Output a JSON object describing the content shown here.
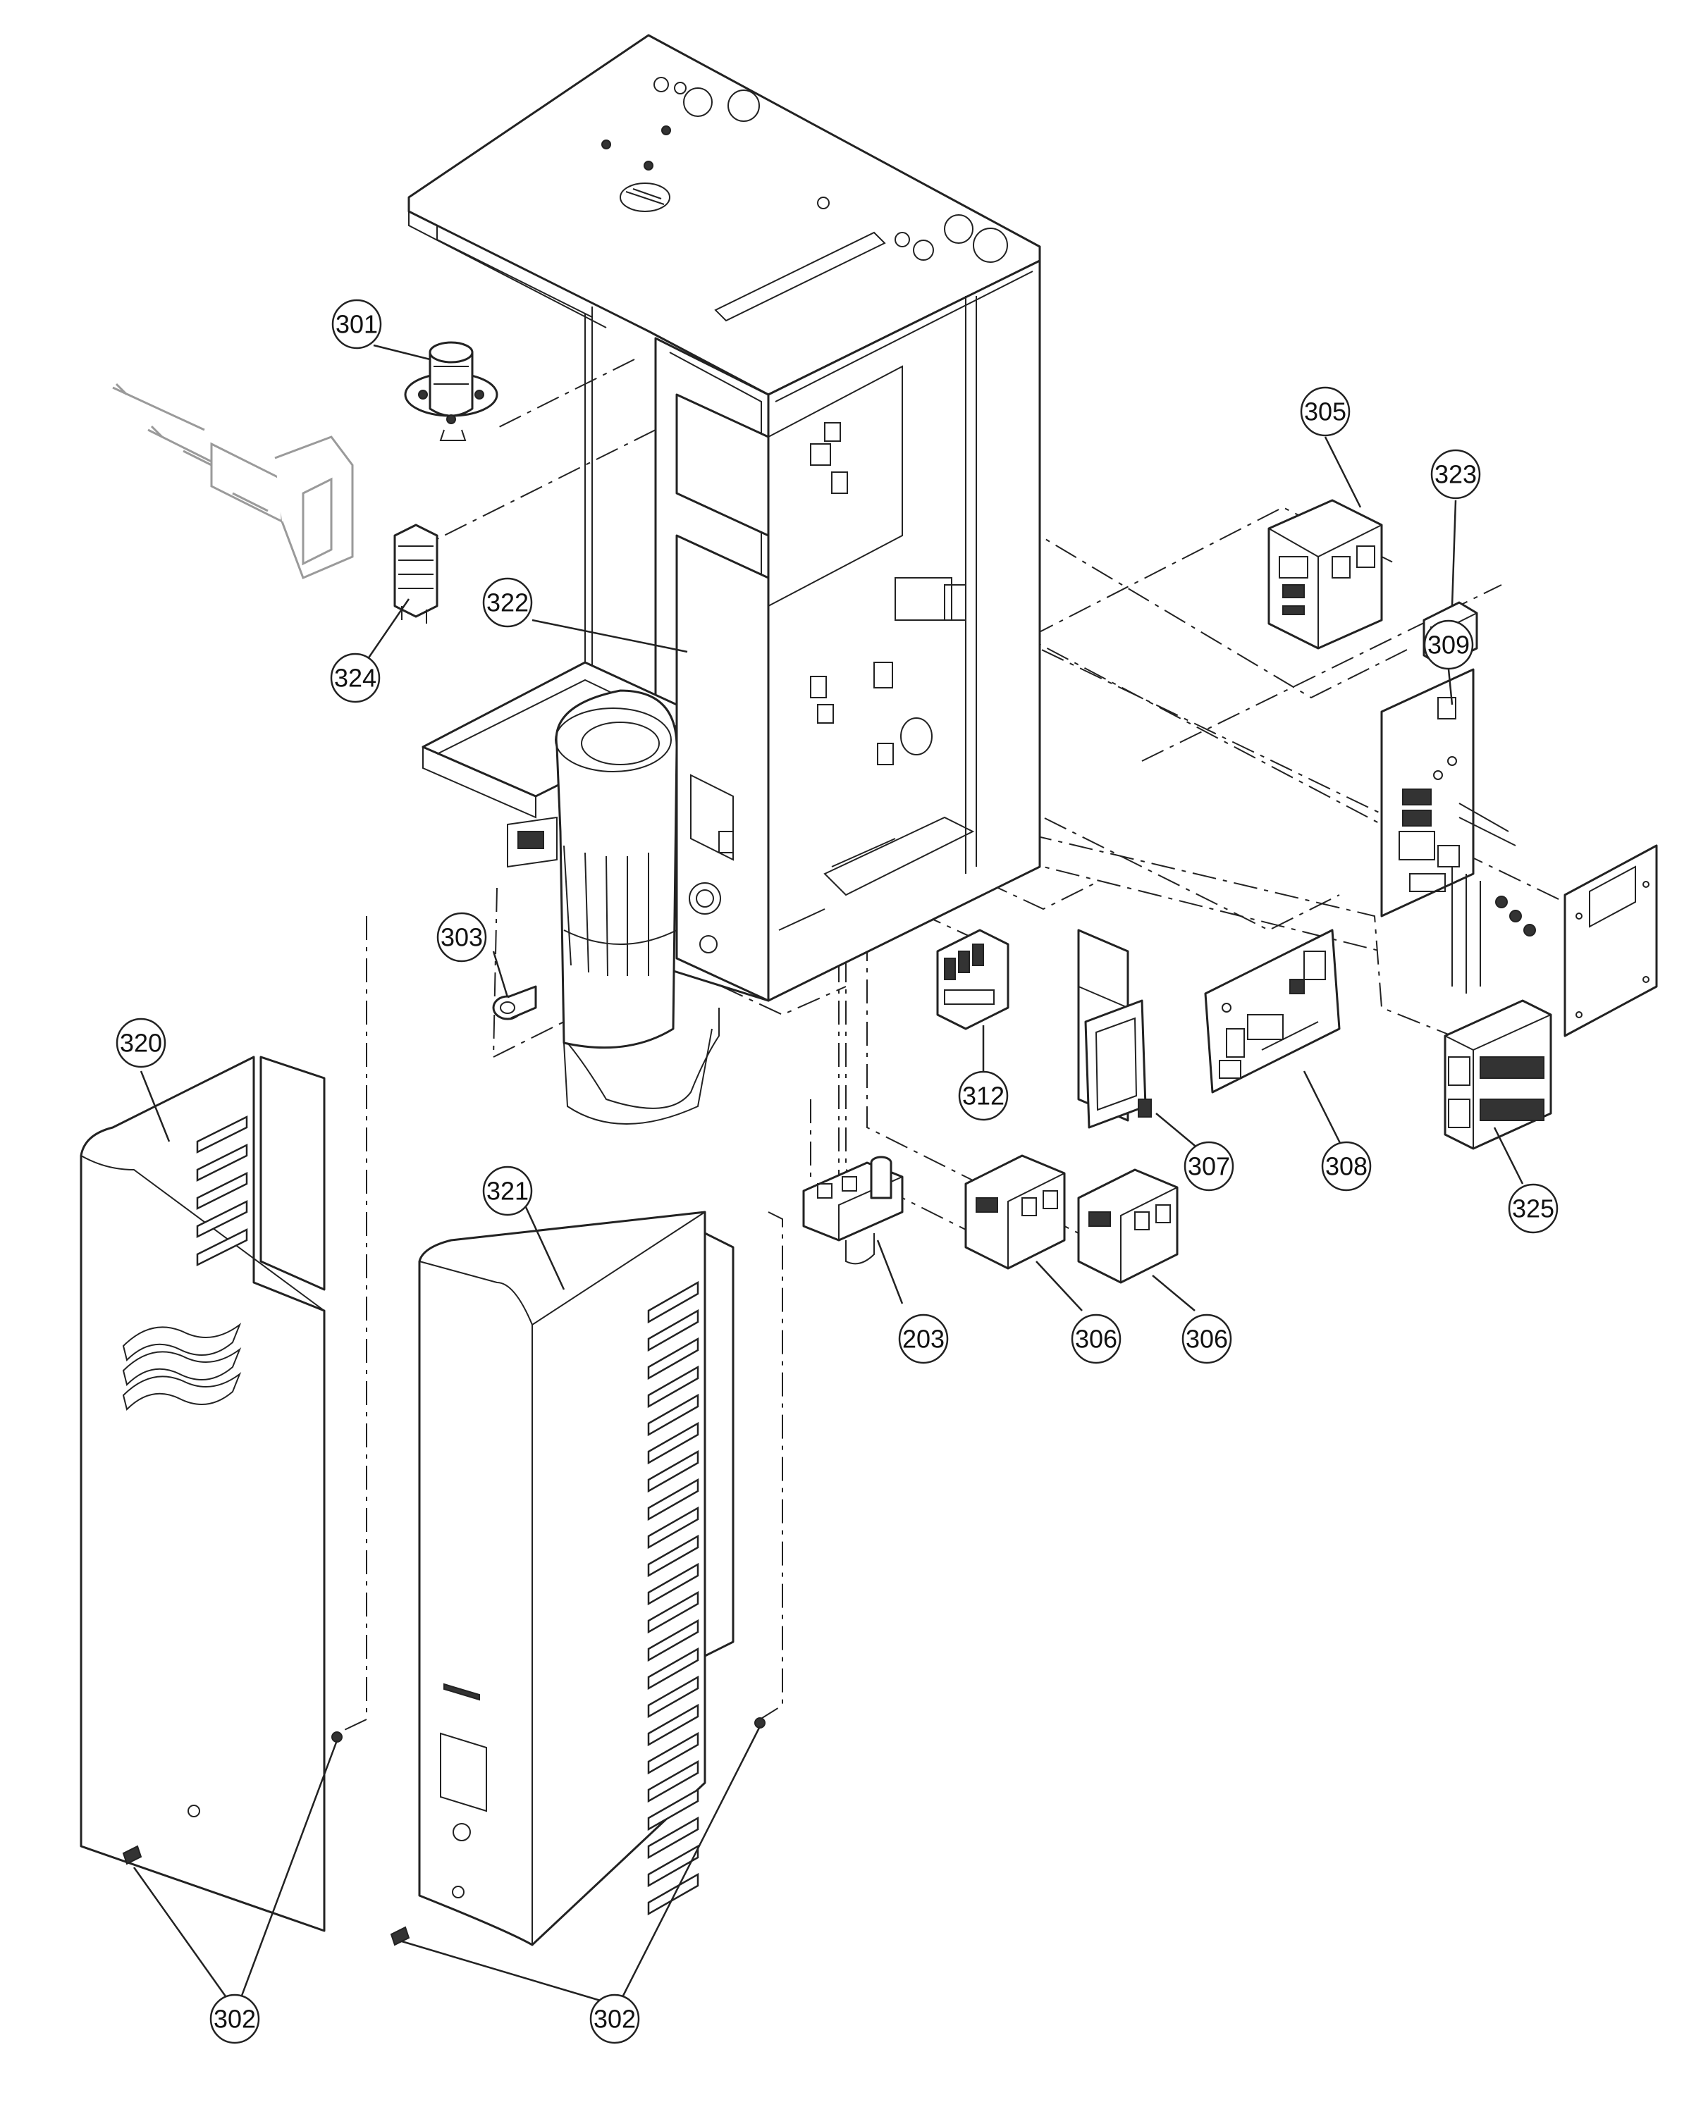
{
  "colors": {
    "line": "#222222",
    "background": "#ffffff",
    "ghost": "#9a9a9a"
  },
  "callouts": [
    {
      "id": "c301",
      "label": "301"
    },
    {
      "id": "c305",
      "label": "305"
    },
    {
      "id": "c323",
      "label": "323"
    },
    {
      "id": "c322",
      "label": "322"
    },
    {
      "id": "c309",
      "label": "309"
    },
    {
      "id": "c324",
      "label": "324"
    },
    {
      "id": "c303",
      "label": "303"
    },
    {
      "id": "c320",
      "label": "320"
    },
    {
      "id": "c312",
      "label": "312"
    },
    {
      "id": "c307",
      "label": "307"
    },
    {
      "id": "c308",
      "label": "308"
    },
    {
      "id": "c325",
      "label": "325"
    },
    {
      "id": "c321",
      "label": "321"
    },
    {
      "id": "c203",
      "label": "203"
    },
    {
      "id": "c306a",
      "label": "306"
    },
    {
      "id": "c306b",
      "label": "306"
    },
    {
      "id": "c302a",
      "label": "302"
    },
    {
      "id": "c302b",
      "label": "302"
    }
  ]
}
